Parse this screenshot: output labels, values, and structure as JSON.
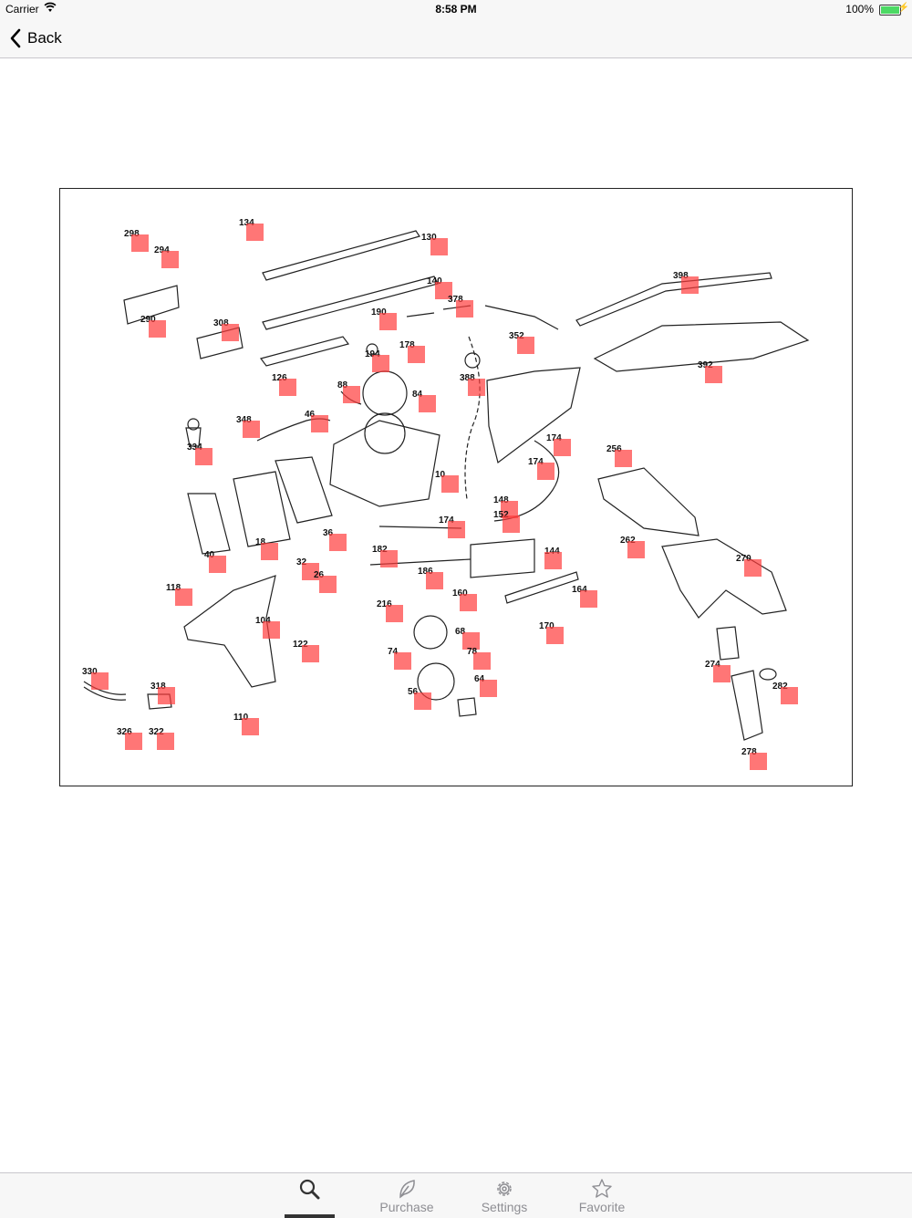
{
  "status_bar": {
    "carrier": "Carrier",
    "time": "8:58 PM",
    "battery": "100%"
  },
  "nav": {
    "back_label": "Back"
  },
  "diagram": {
    "part_numbers": [
      "298",
      "294",
      "134",
      "130",
      "290",
      "308",
      "140",
      "378",
      "190",
      "126",
      "194",
      "178",
      "352",
      "398",
      "392",
      "388",
      "88",
      "84",
      "348",
      "46",
      "334",
      "174",
      "174",
      "256",
      "10",
      "148",
      "152",
      "174",
      "40",
      "18",
      "36",
      "182",
      "144",
      "262",
      "270",
      "32",
      "26",
      "186",
      "118",
      "160",
      "164",
      "216",
      "104",
      "122",
      "68",
      "170",
      "74",
      "78",
      "64",
      "330",
      "318",
      "56",
      "274",
      "282",
      "110",
      "326",
      "322",
      "278"
    ]
  },
  "tabs": [
    {
      "label": "",
      "icon": "search-icon",
      "active": true
    },
    {
      "label": "Purchase",
      "icon": "leaf-icon",
      "active": false
    },
    {
      "label": "Settings",
      "icon": "gear-icon",
      "active": false
    },
    {
      "label": "Favorite",
      "icon": "star-icon",
      "active": false
    }
  ],
  "colors": {
    "hotspot": "#ff3c3c",
    "battery": "#4cd964",
    "tab_inactive": "#8e8e93"
  }
}
